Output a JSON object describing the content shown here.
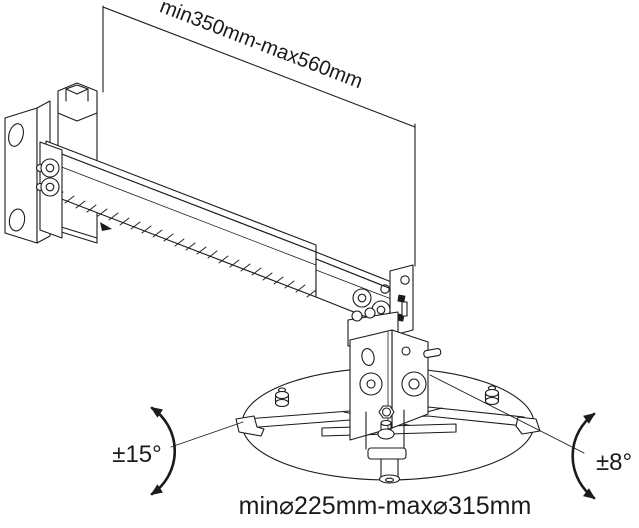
{
  "labels": {
    "top_dimension": "min350mm-max560mm",
    "bottom_dimension": "min⌀225mm-max⌀315mm",
    "left_angle": "±15°",
    "right_angle": "±8°"
  },
  "colors": {
    "line": "#1b1b1b",
    "background": "#ffffff"
  }
}
